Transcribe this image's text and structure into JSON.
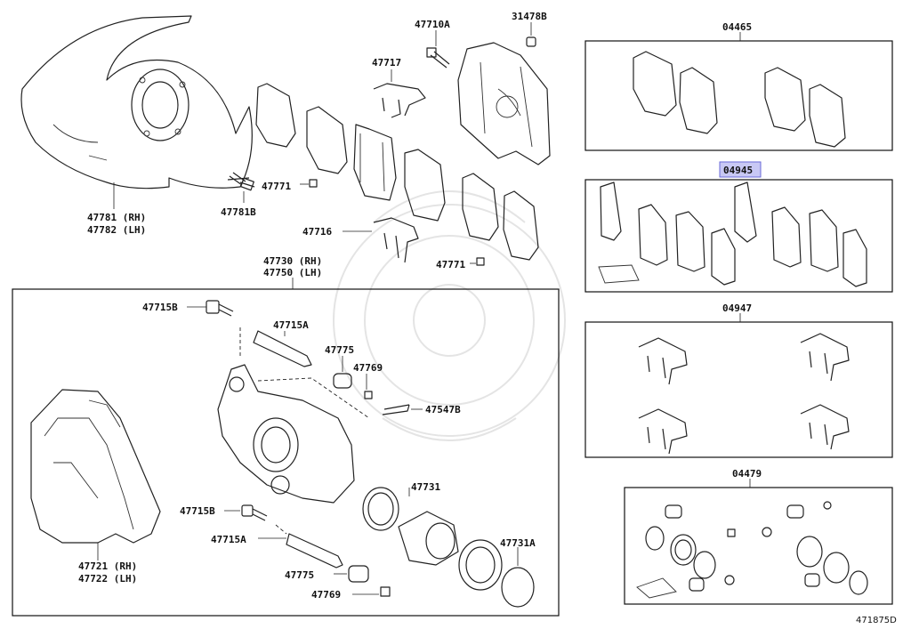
{
  "diagram_code": "471875D",
  "labels": {
    "p47710A": "47710A",
    "p31478B": "31478B",
    "p47717": "47717",
    "p47781": "47781 (RH)",
    "p47782": "47782 (LH)",
    "p47781B": "47781B",
    "p47771a": "47771",
    "p47716": "47716",
    "p47771b": "47771",
    "p47730": "47730 (RH)",
    "p47750": "47750 (LH)",
    "p47715Ba": "47715B",
    "p47715Aa": "47715A",
    "p47775a": "47775",
    "p47769a": "47769",
    "p47547B": "47547B",
    "p47731": "47731",
    "p47715Bb": "47715B",
    "p47715Ab": "47715A",
    "p47731A": "47731A",
    "p47775b": "47775",
    "p47769b": "47769",
    "p47721": "47721 (RH)",
    "p47722": "47722 (LH)"
  },
  "kits": {
    "k04465": "04465",
    "k04945": "04945",
    "k04947": "04947",
    "k04479": "04479"
  },
  "highlight_color": "#c8c8f4"
}
